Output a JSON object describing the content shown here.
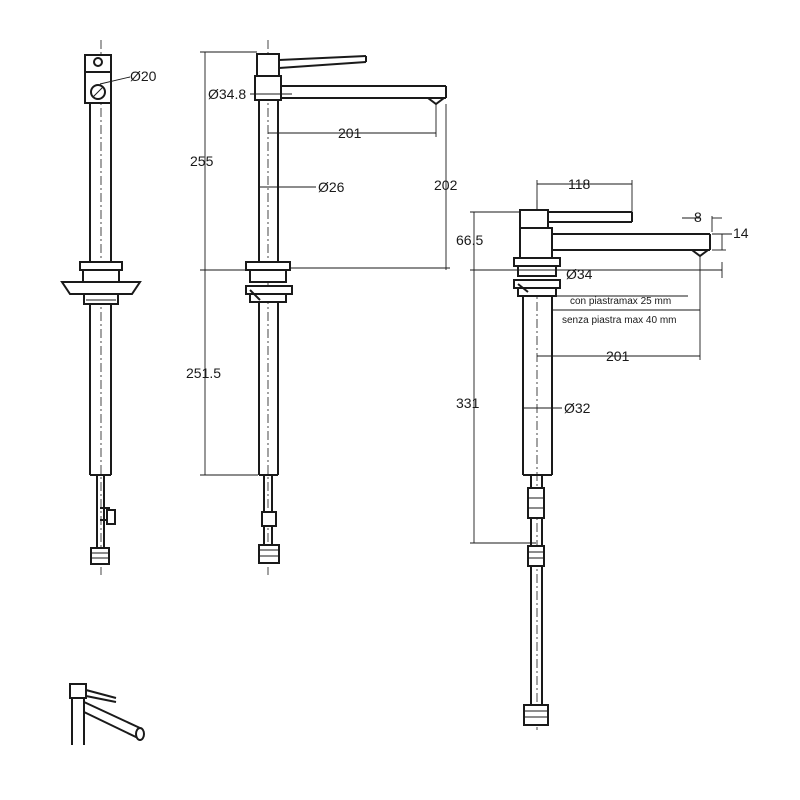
{
  "dimensions": {
    "d20": "Ø20",
    "d34_8": "Ø34.8",
    "h255": "255",
    "len201_top": "201",
    "d26": "Ø26",
    "h202": "202",
    "h251_5": "251.5",
    "w118": "118",
    "w8": "8",
    "h66_5": "66.5",
    "d14": "14",
    "d34": "Ø34",
    "len201_side": "201",
    "h331": "331",
    "d32": "Ø32"
  },
  "notes": {
    "plate_max_25": "con piastramax 25 mm",
    "no_plate_max_40": "senza piastra max 40 mm"
  }
}
